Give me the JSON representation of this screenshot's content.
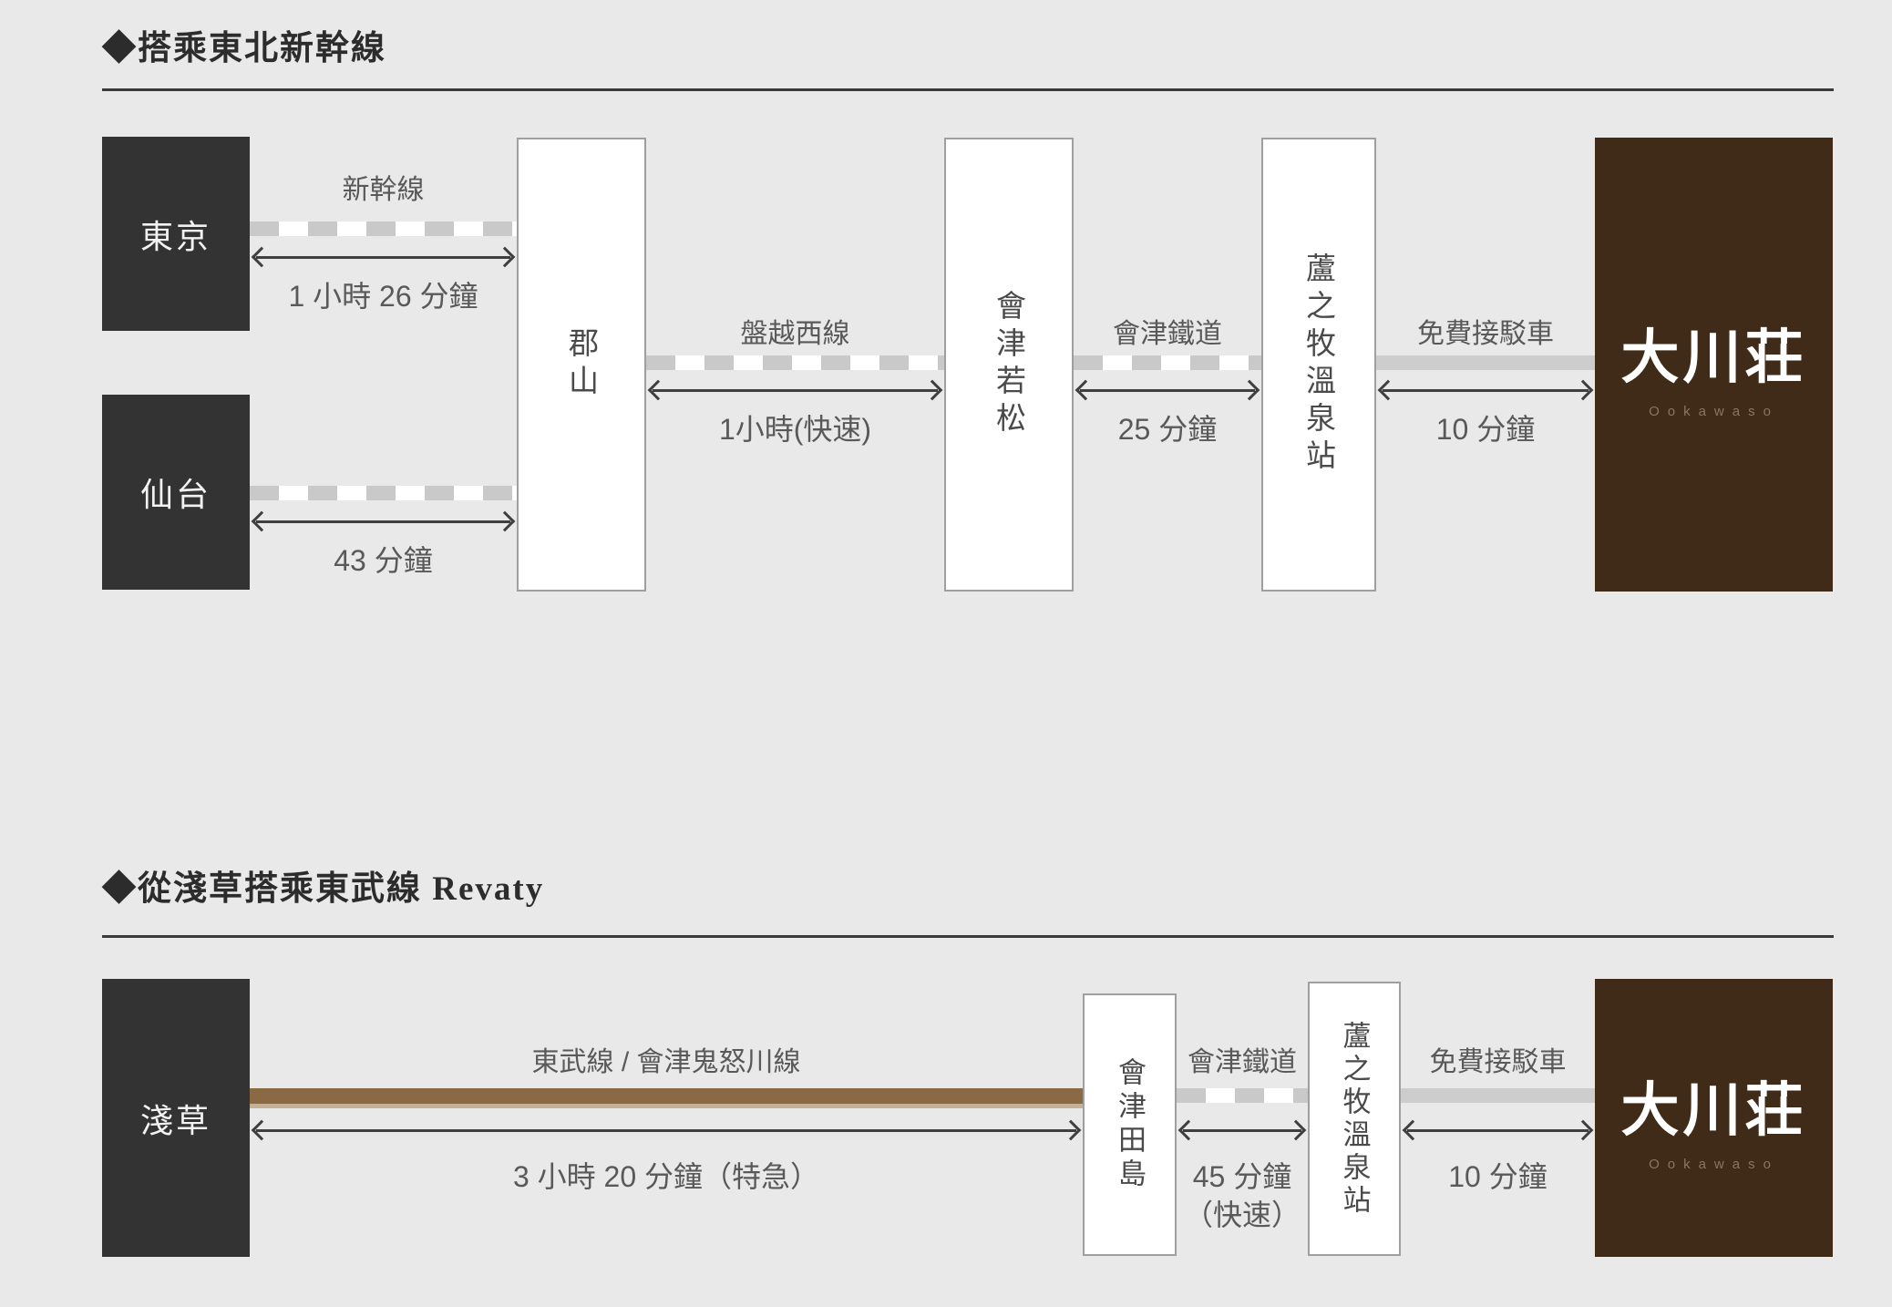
{
  "page": {
    "background_color": "#e9e9e9",
    "colors": {
      "dark_box": "#333333",
      "brown_box": "#402a18",
      "brown_line": "#8a6a45",
      "dash_gray": "#c9c9c9",
      "solid_gray": "#cdcdcd",
      "label_text": "#595959",
      "title_text": "#2c2c2c"
    }
  },
  "logo": {
    "name": "大川荘",
    "romanized": "Ookawaso"
  },
  "section1": {
    "title": "◆搭乘東北新幹線",
    "stations": {
      "tokyo": "東京",
      "sendai": "仙台",
      "koriyama": "郡山",
      "aizu_wakamatsu": "會津若松",
      "ashinomaki_onsen": "蘆之牧溫泉站"
    },
    "connectors": {
      "shinkansen_tokyo": {
        "label": "新幹線",
        "time": "1 小時 26 分鐘",
        "style": "dashed"
      },
      "shinkansen_sendai": {
        "time": "43 分鐘",
        "style": "dashed"
      },
      "banetsu_west_line": {
        "label": "盤越西線",
        "time": "1小時(快速)",
        "style": "dashed"
      },
      "aizu_railway": {
        "label": "會津鐵道",
        "time": "25 分鐘",
        "style": "dashed"
      },
      "free_shuttle": {
        "label": "免費接駁車",
        "time": "10 分鐘",
        "style": "solid"
      }
    }
  },
  "section2": {
    "title": "◆從淺草搭乘東武線 Revaty",
    "stations": {
      "asakusa": "淺草",
      "aizu_tajima": "會津田島",
      "ashinomaki_onsen": "蘆之牧溫泉站"
    },
    "connectors": {
      "tobu_line": {
        "label": "東武線 / 會津鬼怒川線",
        "time": "3 小時 20 分鐘（特急）",
        "style": "brown-solid"
      },
      "aizu_railway": {
        "label": "會津鐵道",
        "time": "45 分鐘",
        "time2": "（快速）",
        "style": "dashed"
      },
      "free_shuttle": {
        "label": "免費接駁車",
        "time": "10 分鐘",
        "style": "solid"
      }
    }
  }
}
